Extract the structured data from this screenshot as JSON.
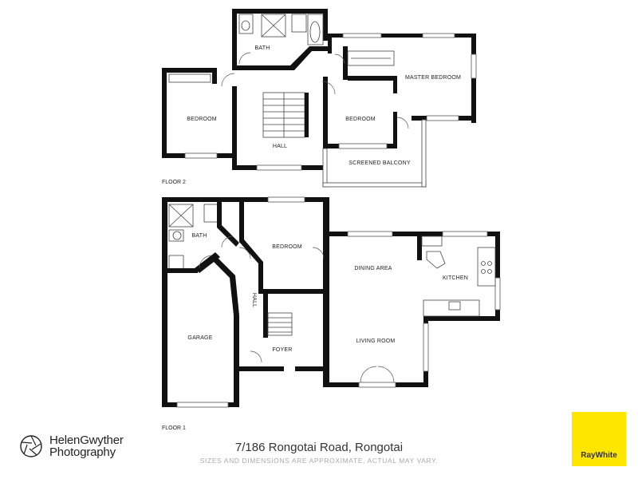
{
  "floors": {
    "floor2": "FLOOR 2",
    "floor1": "FLOOR 1"
  },
  "rooms": {
    "bath_upper": "BATH",
    "master_bedroom": "MASTER BEDROOM",
    "bedroom_left": "BEDROOM",
    "bedroom_mid": "BEDROOM",
    "hall_upper": "HALL",
    "screened_balcony": "SCREENED BALCONY",
    "bath_lower": "BATH",
    "bedroom_lower": "BEDROOM",
    "dining_area": "DINING AREA",
    "kitchen": "KITCHEN",
    "hall_lower": "HALL",
    "garage": "GARAGE",
    "foyer": "FOYER",
    "living_room": "LIVING ROOM"
  },
  "footer": {
    "brand_line1": "HelenGwyther",
    "brand_line2": "Photography",
    "address": "7/186 Rongotai Road, Rongotai",
    "disclaimer": "SIZES AND DIMENSIONS ARE APPROXIMATE, ACTUAL MAY VARY.",
    "agency": "RayWhite"
  },
  "colors": {
    "wall": "#111111",
    "agency_yellow": "#ffe600"
  }
}
